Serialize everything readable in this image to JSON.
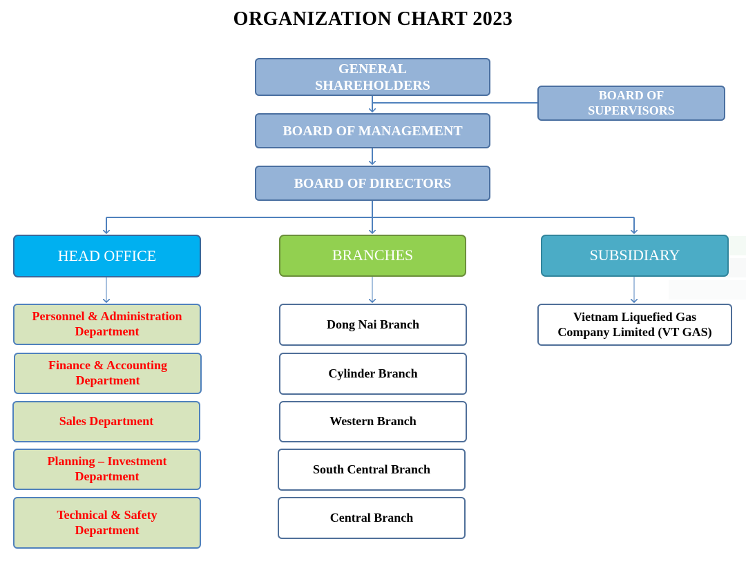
{
  "title": "ORGANIZATION CHART 2023",
  "colors": {
    "top_fill": "#95b3d7",
    "head_office": "#00b0f0",
    "branches": "#92d050",
    "subsidiary": "#4bacc6",
    "department_fill": "#d7e4bd",
    "department_text": "#ff0000",
    "connector": "#4f81bd"
  },
  "governance": {
    "general_shareholders": "GENERAL SHAREHOLDERS",
    "board_of_supervisors": "BOARD OF SUPERVISORS",
    "board_of_management": "BOARD OF MANAGEMENT",
    "board_of_directors": "BOARD OF DIRECTORS"
  },
  "categories": {
    "head_office": "HEAD OFFICE",
    "branches": "BRANCHES",
    "subsidiary": "SUBSIDIARY"
  },
  "departments": [
    "Personnel & Administration Department",
    "Finance & Accounting Department",
    "Sales Department",
    "Planning – Investment Department",
    "Technical & Safety Department"
  ],
  "branches": [
    "Dong Nai Branch",
    "Cylinder Branch",
    "Western Branch",
    "South Central Branch",
    "Central Branch"
  ],
  "subsidiaries": [
    "Vietnam Liquefied Gas Company Limited (VT GAS)"
  ]
}
